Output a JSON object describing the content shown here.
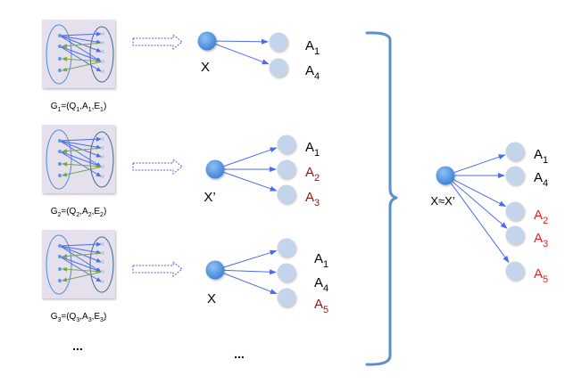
{
  "colors": {
    "edge_blue": "#4a6cf0",
    "edge_green": "#7aa54a",
    "source_node": "#5a9be6",
    "answer_node": "#c4d4ea",
    "brace": "#5b8fcf",
    "thumb_bg": "#e6e0ec",
    "dark_red": "#8b1a1a",
    "red": "#e8201e",
    "arrow_outline": "#6a5acd"
  },
  "graphs": [
    {
      "caption_parts": [
        "G",
        "1",
        "=(Q",
        "1",
        ",A",
        "1",
        ",E",
        "1",
        ")"
      ]
    },
    {
      "caption_parts": [
        "G",
        "2",
        "=(Q",
        "2",
        ",A",
        "2",
        ",E",
        "2",
        ")"
      ]
    },
    {
      "caption_parts": [
        "G",
        "3",
        "=(Q",
        "3",
        ",A",
        "3",
        ",E",
        "3",
        ")"
      ]
    }
  ],
  "left_ellipsis": "...",
  "middle_ellipsis": "...",
  "groups": [
    {
      "source_label": "X",
      "answers": [
        {
          "base": "A",
          "sub": "1",
          "color": "black"
        },
        {
          "base": "A",
          "sub": "4",
          "color": "black"
        }
      ]
    },
    {
      "source_label": "X’",
      "answers": [
        {
          "base": "A",
          "sub": "1",
          "color": "black"
        },
        {
          "base": "A",
          "sub": "2",
          "color": "darkred"
        },
        {
          "base": "A",
          "sub": "3",
          "color": "darkred"
        }
      ]
    },
    {
      "source_label": "X",
      "answers": [
        {
          "base": "A",
          "sub": "1",
          "color": "black"
        },
        {
          "base": "A",
          "sub": "4",
          "color": "black"
        },
        {
          "base": "A",
          "sub": "5",
          "color": "darkred"
        }
      ]
    }
  ],
  "merged": {
    "source_label": "X≈X’",
    "answers": [
      {
        "base": "A",
        "sub": "1",
        "color": "black"
      },
      {
        "base": "A",
        "sub": "4",
        "color": "black"
      },
      {
        "base": "A",
        "sub": "2",
        "color": "red"
      },
      {
        "base": "A",
        "sub": "3",
        "color": "red"
      },
      {
        "base": "A",
        "sub": "5",
        "color": "red"
      }
    ]
  }
}
